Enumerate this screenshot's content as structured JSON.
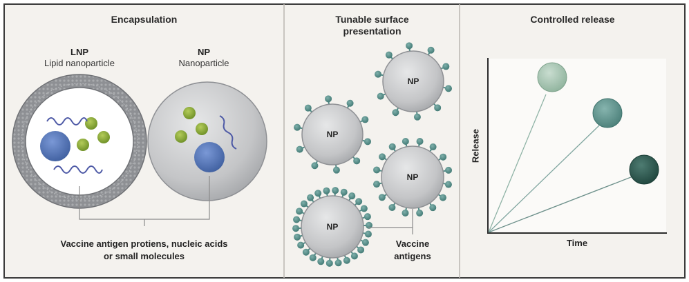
{
  "panels": {
    "encapsulation": {
      "title": "Encapsulation",
      "lnp_label": "LNP",
      "lnp_sub": "Lipid nanoparticle",
      "np_label": "NP",
      "np_sub": "Nanoparticle",
      "caption_line1": "Vaccine antigen protiens, nucleic acids",
      "caption_line2": "or small molecules"
    },
    "surface": {
      "title_line1": "Tunable surface",
      "title_line2": "presentation",
      "np_labels": [
        "NP",
        "NP",
        "NP",
        "NP"
      ],
      "caption_line1": "Vaccine",
      "caption_line2": "antigens"
    },
    "release": {
      "title": "Controlled release",
      "ylabel": "Release",
      "xlabel": "Time"
    }
  },
  "colors": {
    "panel_bg": "#f4f2ee",
    "border": "#3a3a3a",
    "lipid_ring": "#8f9195",
    "np_gray": "#c2c3c5",
    "blue_core": "#5b7bbf",
    "green_dot": "#8fae3a",
    "antigen_teal": "#4f8a86",
    "release_light": "#a9c7b3",
    "release_mid": "#5e9690",
    "release_dark": "#2e5a50"
  }
}
